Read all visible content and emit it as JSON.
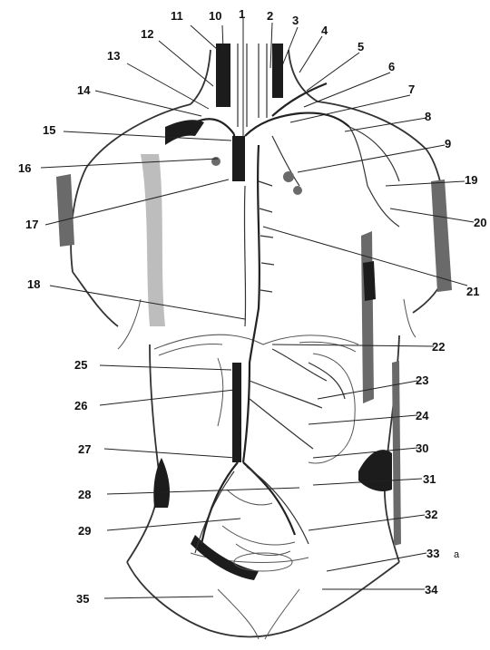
{
  "figure": {
    "labels": [
      "1",
      "2",
      "3",
      "4",
      "5",
      "6",
      "7",
      "8",
      "9",
      "10",
      "11",
      "12",
      "13",
      "14",
      "15",
      "16",
      "17",
      "18",
      "19",
      "20",
      "21",
      "22",
      "23",
      "24",
      "25",
      "26",
      "27",
      "28",
      "29",
      "30",
      "31",
      "32",
      "33",
      "34",
      "35"
    ],
    "extra_mark": "a"
  }
}
